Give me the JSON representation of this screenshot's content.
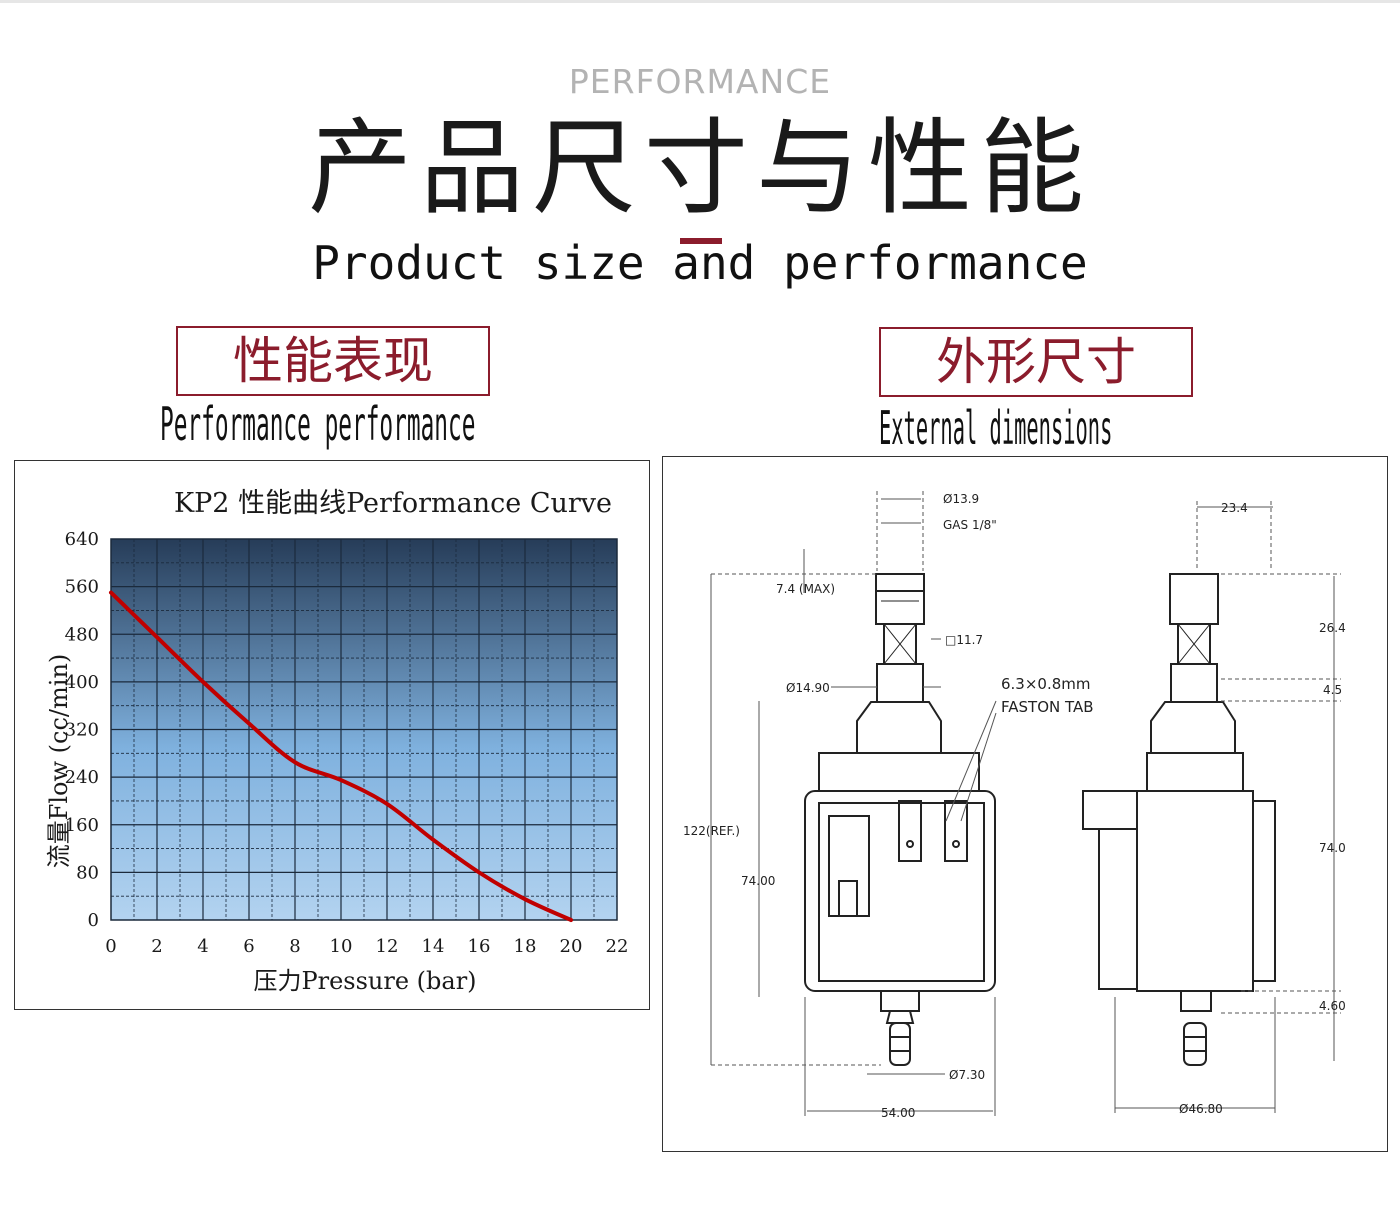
{
  "header": {
    "eyebrow": "PERFORMANCE",
    "title_cn": "产品尺寸与性能",
    "title_en": "Product size and performance"
  },
  "sections": {
    "performance": {
      "label_cn": "性能表现",
      "label_en": "Performance performance"
    },
    "dimensions": {
      "label_cn": "外形尺寸",
      "label_en": "External dimensions"
    }
  },
  "colors": {
    "accent": "#8b1c2c",
    "curve": "#c00000",
    "plot_top": "#263c58",
    "plot_mid": "#7fb1de",
    "eyebrow": "#b3b3b3"
  },
  "chart_data": {
    "type": "line",
    "title": "KP2 性能曲线Performance Curve",
    "xlabel": "压力Pressure (bar)",
    "ylabel": "流量Flow (cc/min)",
    "xlim": [
      0,
      22
    ],
    "ylim": [
      0,
      640
    ],
    "xticks": [
      0,
      2,
      4,
      6,
      8,
      10,
      12,
      14,
      16,
      18,
      20,
      22
    ],
    "yticks": [
      0,
      80,
      160,
      240,
      320,
      400,
      480,
      560,
      640
    ],
    "grid": true,
    "series": [
      {
        "x": [
          0,
          2,
          4,
          6,
          8,
          10,
          12,
          14,
          16,
          18,
          20
        ],
        "y": [
          550,
          475,
          400,
          330,
          265,
          235,
          195,
          135,
          80,
          35,
          0
        ]
      }
    ]
  },
  "drawing": {
    "labels": {
      "d13_9": "Ø13.9",
      "gas": "GAS 1/8\"",
      "max74": "7.4 (MAX)",
      "d11_7": "□11.7",
      "d14_90": "Ø14.90",
      "tab1": "6.3×0.8mm",
      "tab2": "FASTON TAB",
      "ref122": "122(REF.)",
      "h74_00": "74.00",
      "d7_30": "Ø7.30",
      "w54_00": "54.00",
      "w23_4": "23.4",
      "h26_4": "26.4",
      "h4_5": "4.5",
      "h74_0": "74.0",
      "h4_60": "4.60",
      "d46_80": "Ø46.80"
    }
  }
}
